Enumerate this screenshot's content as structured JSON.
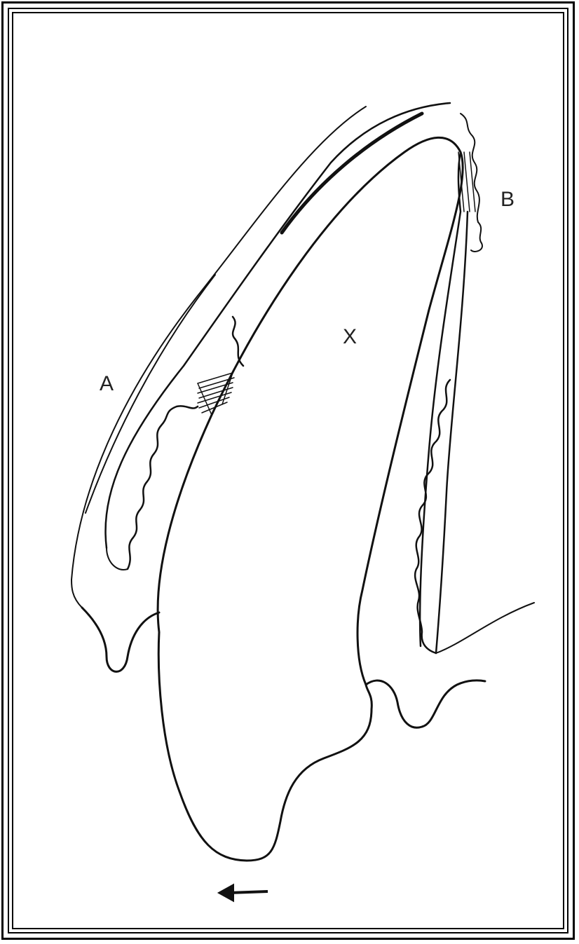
{
  "labels": {
    "a": "A",
    "b": "B",
    "x": "X"
  },
  "colors": {
    "ink": "#111111",
    "background": "#ffffff"
  },
  "icons": {
    "direction": "arrow-left-icon"
  }
}
